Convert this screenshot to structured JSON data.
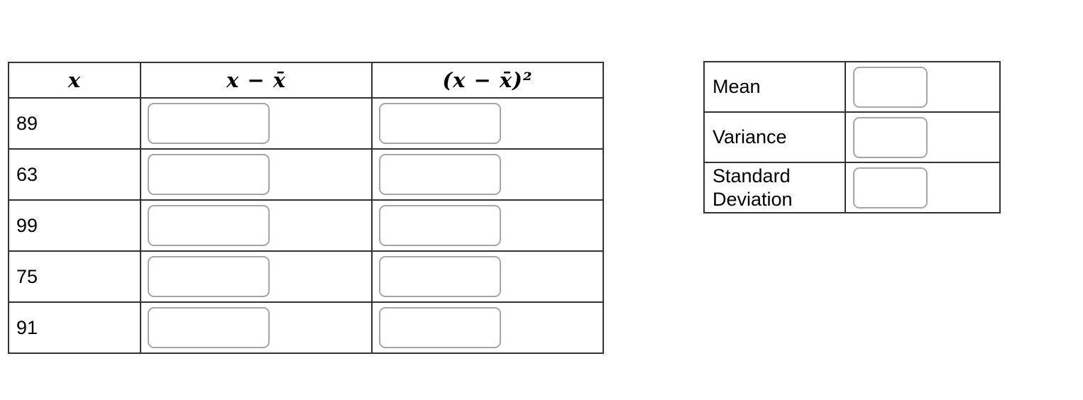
{
  "calc_table": {
    "headers": [
      {
        "label": "x"
      },
      {
        "label": "x − x̄"
      },
      {
        "label": "(x − x̄)²"
      }
    ],
    "rows": [
      {
        "x": "89"
      },
      {
        "x": "63"
      },
      {
        "x": "99"
      },
      {
        "x": "75"
      },
      {
        "x": "91"
      }
    ]
  },
  "stats_table": {
    "rows": [
      {
        "label": "Mean"
      },
      {
        "label": "Variance"
      },
      {
        "label": "Standard Deviation"
      }
    ]
  },
  "colors": {
    "table_border": "#333333",
    "input_border": "#a6a6a6",
    "background": "#ffffff",
    "text": "#000000"
  }
}
